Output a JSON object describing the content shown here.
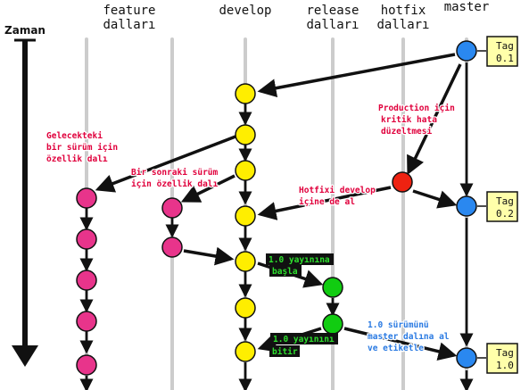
{
  "time_axis": {
    "label": "Zaman"
  },
  "lanes": {
    "feature_line1": "feature",
    "feature_line2": "dalları",
    "develop": "develop",
    "release_line1": "release",
    "release_line2": "dalları",
    "hotfix_line1": "hotfix",
    "hotfix_line2": "dalları",
    "master": "master"
  },
  "tags": {
    "tag1_line1": "Tag",
    "tag1_line2": "0.1",
    "tag2_line1": "Tag",
    "tag2_line2": "0.2",
    "tag3_line1": "Tag",
    "tag3_line2": "1.0"
  },
  "notes": {
    "future_release_1": "Gelecekteki",
    "future_release_2": "bir sürüm için",
    "future_release_3": "özellik dalı",
    "next_release_1": "Bir sonraki sürüm",
    "next_release_2": "için özellik dalı",
    "production_1": "Production için",
    "production_2": "kritik hata",
    "production_3": "düzeltmesi",
    "hotfix_develop_1": "Hotfixi develop",
    "hotfix_develop_2": "içine de al",
    "start_release_1": "1.0 yayınına",
    "start_release_2": "başla",
    "finish_release_1": "1.0 yayınını",
    "finish_release_2": "bitir",
    "tag_release_1": "1.0 sürümünü",
    "tag_release_2": "master dalına al",
    "tag_release_3": "ve etiketle"
  },
  "colors": {
    "lane": "#cccccc",
    "arrow": "#111111",
    "feature_commit": "#e8348b",
    "develop_commit": "#ffee00",
    "release_commit": "#11cc11",
    "hotfix_commit": "#ee2211",
    "master_commit": "#2a88f0",
    "tag_fill": "#ffffaa",
    "note_red": "#e0003c",
    "note_blue": "#2a7ae2",
    "note_green": "#2ee02e"
  }
}
